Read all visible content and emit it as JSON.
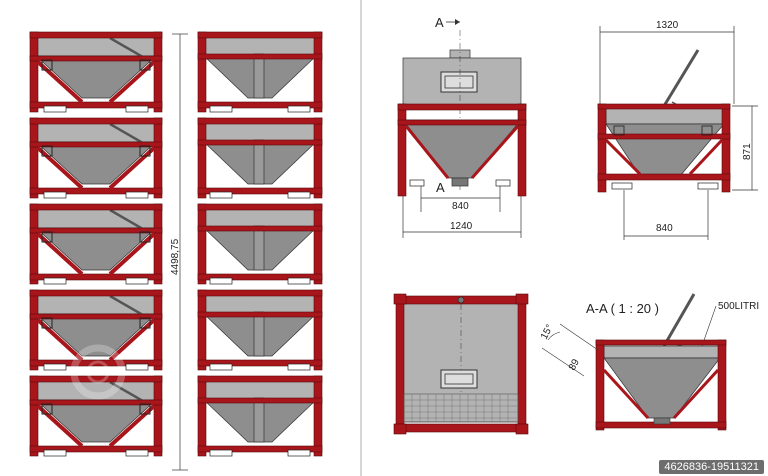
{
  "drawing": {
    "stack_height": "4498,75",
    "front_view": {
      "section_marker_top": "A",
      "section_marker_bottom": "A",
      "dim_inner": "840",
      "dim_outer": "1240"
    },
    "side_view": {
      "dim_width": "1320",
      "dim_height": "871",
      "dim_bottom": "840"
    },
    "section_view": {
      "title": "A-A ( 1 : 20 )",
      "angle": "15°",
      "offset": "89",
      "capacity_label": "500LITRI"
    },
    "watermark_id": "4626836-19511321",
    "colors": {
      "frame": "#a8161c",
      "hopper": "#8e8e8e",
      "line": "#333333"
    }
  }
}
